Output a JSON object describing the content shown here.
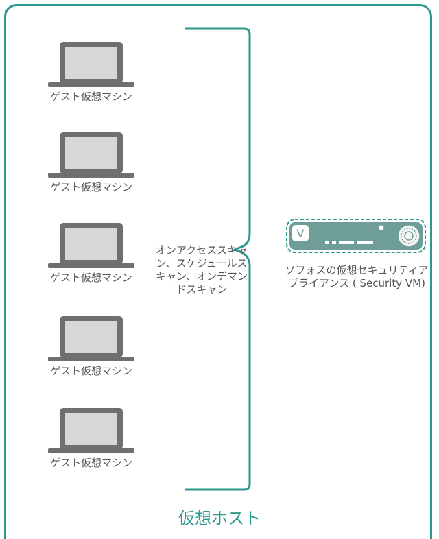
{
  "guest_vms": [
    {
      "label": "ゲスト仮想マシン"
    },
    {
      "label": "ゲスト仮想マシン"
    },
    {
      "label": "ゲスト仮想マシン"
    },
    {
      "label": "ゲスト仮想マシン"
    },
    {
      "label": "ゲスト仮想マシン"
    }
  ],
  "scan_label": "オンアクセススキャン、スケジュールスキャン、オンデマンドスキャン",
  "appliance": {
    "badge": "V",
    "label": "ソフォスの仮想セキュリティアプライアンス ( Security VM)"
  },
  "host_label": "仮想ホスト",
  "colors": {
    "accent": "#2b9a8c",
    "laptop_frame": "#6f6f6f",
    "laptop_screen": "#d7d7d7",
    "appliance_fill": "#6e9e97"
  }
}
